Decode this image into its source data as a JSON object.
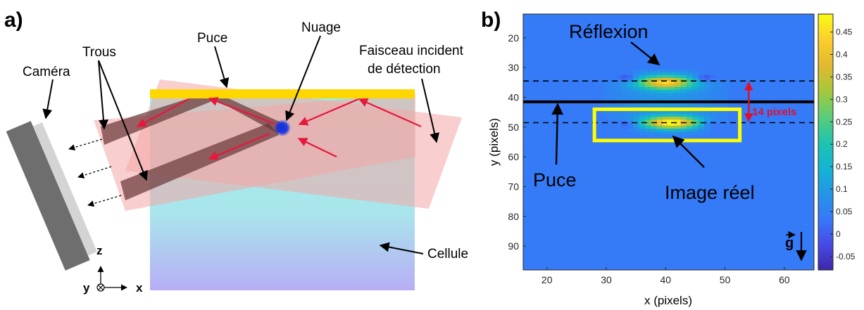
{
  "panel_a": {
    "label": "a)",
    "labels": {
      "camera": "Caméra",
      "holes": "Trous",
      "chip": "Puce",
      "cloud": "Nuage",
      "beam_line1": "Faisceau incident",
      "beam_line2": "de détection",
      "cell": "Cellule"
    },
    "axes": {
      "z": "z",
      "y": "y",
      "x": "x"
    },
    "colors": {
      "chip": "#FFD700",
      "beam": "#F4A6A6",
      "hole": "#6B3A3A",
      "ray": "#E8173C",
      "cloud": "#1030E0",
      "cell_top": "#9EEDE3",
      "cell_bottom": "#B7AEF5",
      "camera": "#6E6E6E",
      "camera_screen": "#D4D4D4"
    }
  },
  "panel_b": {
    "label": "b)",
    "annotations": {
      "reflection": "Réflexion",
      "chip": "Puce",
      "real_image": "Image réel",
      "distance": "14 pixels",
      "gravity": "g"
    },
    "colors": {
      "box": "#FFFF00",
      "distance": "#E0102C",
      "line": "#000000"
    }
  },
  "chart_data": {
    "type": "heatmap",
    "xlabel": "x (pixels)",
    "ylabel": "y (pixels)",
    "xlim": [
      16,
      65
    ],
    "ylim": [
      98,
      12
    ],
    "xticks": [
      20,
      30,
      40,
      50,
      60
    ],
    "yticks": [
      20,
      30,
      40,
      50,
      60,
      70,
      80,
      90
    ],
    "colorbar": {
      "min": -0.08,
      "max": 0.49,
      "ticks": [
        -0.05,
        0,
        0.05,
        0.1,
        0.15,
        0.2,
        0.25,
        0.3,
        0.35,
        0.4,
        0.45
      ],
      "colormap": "parula"
    },
    "background_value": 0.04,
    "features": [
      {
        "name": "Réflexion",
        "x": 40,
        "y": 35,
        "peak": 0.42
      },
      {
        "name": "Image réel",
        "x": 41,
        "y": 48.5,
        "peak": 0.48
      }
    ],
    "chip_line_y": 41.5,
    "dashed_lines_y": [
      34.5,
      48.5
    ],
    "box": {
      "x": [
        28,
        52.5
      ],
      "y": [
        44,
        54.5
      ]
    },
    "distance_pixels": 14
  }
}
